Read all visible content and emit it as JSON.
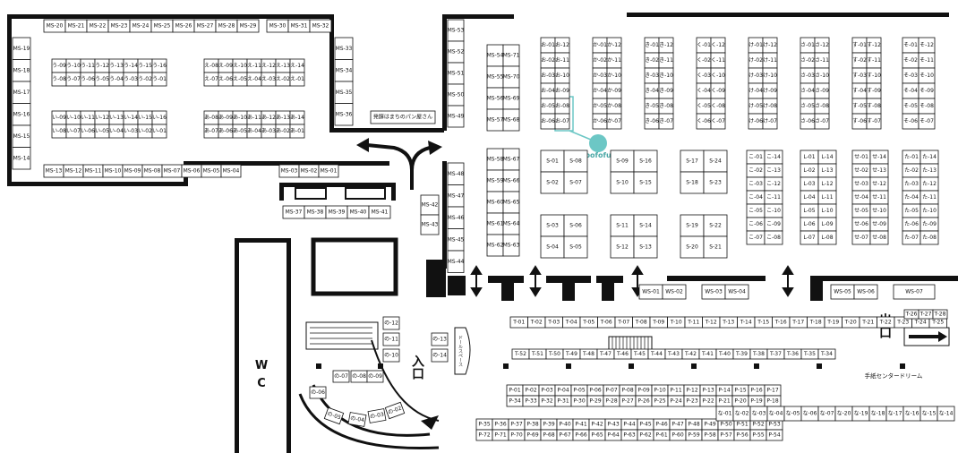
{
  "logo": {
    "text": "pofofu",
    "color": "#6cc7c5"
  },
  "signs": {
    "wc_w": "W",
    "wc_c": "C",
    "entrance": "入口",
    "exit": "出口",
    "bakery": "発酵はまちのパン屋さん",
    "center": "手紙センタードリーム",
    "stage_text": "ドールスペース"
  },
  "booth_groups": [
    {
      "labels": [
        "MS-20",
        "MS-21",
        "MS-22",
        "MS-23",
        "MS-24",
        "MS-25",
        "MS-26",
        "MS-27",
        "MS-28",
        "MS-29"
      ]
    },
    {
      "labels": [
        "MS-30",
        "MS-31",
        "MS-32"
      ]
    },
    {
      "labels": [
        "MS-19",
        "MS-18",
        "MS-17",
        "MS-16",
        "MS-15",
        "MS-14"
      ]
    },
    {
      "labels": [
        "MS-33",
        "MS-34",
        "MS-35",
        "MS-36"
      ]
    },
    {
      "labels": [
        "う-09",
        "う-10",
        "う-11",
        "う-12",
        "う-13",
        "う-14",
        "う-15",
        "う-16",
        "う-08",
        "う-07",
        "う-06",
        "う-05",
        "う-04",
        "う-03",
        "う-02",
        "う-01"
      ]
    },
    {
      "labels": [
        "え-08",
        "え-09",
        "え-10",
        "え-11",
        "え-12",
        "え-13",
        "え-14",
        "え-07",
        "え-06",
        "え-05",
        "え-04",
        "え-03",
        "え-02",
        "え-01"
      ]
    },
    {
      "labels": [
        "い-09",
        "い-10",
        "い-11",
        "い-12",
        "い-13",
        "い-14",
        "い-15",
        "い-16",
        "い-08",
        "い-07",
        "い-06",
        "い-05",
        "い-04",
        "い-03",
        "い-02",
        "い-01"
      ]
    },
    {
      "labels": [
        "あ-08",
        "あ-09",
        "あ-10",
        "あ-11",
        "あ-12",
        "あ-13",
        "あ-14",
        "あ-07",
        "あ-06",
        "あ-05",
        "あ-04",
        "あ-03",
        "あ-02",
        "あ-01"
      ]
    },
    {
      "labels": [
        "MS-13",
        "MS-12",
        "MS-11",
        "MS-10",
        "MS-09",
        "MS-08",
        "MS-07",
        "MS-06",
        "MS-05",
        "MS-04"
      ]
    },
    {
      "labels": [
        "MS-03",
        "MS-02",
        "MS-01"
      ]
    },
    {
      "labels": [
        "MS-37",
        "MS-38",
        "MS-39",
        "MS-40",
        "MS-41"
      ]
    },
    {
      "labels": [
        "MS-42",
        "MS-43"
      ]
    },
    {
      "labels": [
        "MS-53",
        "MS-52",
        "MS-51",
        "MS-50",
        "MS-49"
      ]
    },
    {
      "labels": [
        "MS-48",
        "MS-47",
        "MS-46",
        "MS-45",
        "MS-44"
      ]
    },
    {
      "labels": [
        "MS-54",
        "MS-71",
        "MS-55",
        "MS-70",
        "MS-56",
        "MS-69",
        "MS-57",
        "MS-68"
      ]
    },
    {
      "labels": [
        "MS-58",
        "MS-67",
        "MS-59",
        "MS-66",
        "MS-60",
        "MS-65",
        "MS-61",
        "MS-64",
        "MS-62",
        "MS-63"
      ]
    },
    {
      "labels": [
        "お-01",
        "お-12",
        "お-02",
        "お-11",
        "お-03",
        "お-10",
        "お-04",
        "お-09",
        "お-05",
        "お-08",
        "お-06",
        "お-07"
      ]
    },
    {
      "labels": [
        "か-01",
        "か-12",
        "か-02",
        "か-11",
        "か-03",
        "か-10",
        "か-04",
        "か-09",
        "か-05",
        "か-08",
        "か-06",
        "か-07"
      ]
    },
    {
      "labels": [
        "き-01",
        "き-12",
        "き-02",
        "き-11",
        "き-03",
        "き-10",
        "き-04",
        "き-09",
        "き-05",
        "き-08",
        "き-06",
        "き-07"
      ]
    },
    {
      "labels": [
        "く-01",
        "く-12",
        "く-02",
        "く-11",
        "く-03",
        "く-10",
        "く-04",
        "く-09",
        "く-05",
        "く-08",
        "く-06",
        "く-07"
      ]
    },
    {
      "labels": [
        "け-01",
        "け-12",
        "け-02",
        "け-11",
        "け-03",
        "け-10",
        "け-04",
        "け-09",
        "け-05",
        "け-08",
        "け-06",
        "け-07"
      ]
    },
    {
      "labels": [
        "さ-01",
        "さ-12",
        "さ-02",
        "さ-11",
        "さ-03",
        "さ-10",
        "さ-04",
        "さ-09",
        "さ-05",
        "さ-08",
        "さ-06",
        "さ-07"
      ]
    },
    {
      "labels": [
        "す-01",
        "す-12",
        "す-02",
        "す-11",
        "す-03",
        "す-10",
        "す-04",
        "す-09",
        "す-05",
        "す-08",
        "す-06",
        "す-07"
      ]
    },
    {
      "labels": [
        "そ-01",
        "そ-12",
        "そ-02",
        "そ-11",
        "そ-03",
        "そ-10",
        "そ-04",
        "そ-09",
        "そ-05",
        "そ-08",
        "そ-06",
        "そ-07"
      ]
    },
    {
      "labels": [
        "S-01",
        "S-08",
        "S-02",
        "S-07"
      ]
    },
    {
      "labels": [
        "S-09",
        "S-16",
        "S-10",
        "S-15"
      ]
    },
    {
      "labels": [
        "S-17",
        "S-24",
        "S-18",
        "S-23"
      ]
    },
    {
      "labels": [
        "S-03",
        "S-06",
        "S-04",
        "S-05"
      ]
    },
    {
      "labels": [
        "S-11",
        "S-14",
        "S-12",
        "S-13"
      ]
    },
    {
      "labels": [
        "S-19",
        "S-22",
        "S-20",
        "S-21"
      ]
    },
    {
      "labels": [
        "こ-01",
        "こ-14",
        "こ-02",
        "こ-13",
        "こ-03",
        "こ-12",
        "こ-04",
        "こ-11",
        "こ-05",
        "こ-10",
        "こ-06",
        "こ-09",
        "こ-07",
        "こ-08"
      ]
    },
    {
      "labels": [
        "L-01",
        "L-14",
        "L-02",
        "L-13",
        "L-03",
        "L-12",
        "L-04",
        "L-11",
        "L-05",
        "L-10",
        "L-06",
        "L-09",
        "L-07",
        "L-08"
      ]
    },
    {
      "labels": [
        "せ-01",
        "せ-14",
        "せ-02",
        "せ-13",
        "せ-03",
        "せ-12",
        "せ-04",
        "せ-11",
        "せ-05",
        "せ-10",
        "せ-06",
        "せ-09",
        "せ-07",
        "せ-08"
      ]
    },
    {
      "labels": [
        "た-01",
        "た-14",
        "た-02",
        "た-13",
        "た-03",
        "た-12",
        "た-04",
        "た-11",
        "た-05",
        "た-10",
        "た-06",
        "た-09",
        "た-07",
        "た-08"
      ]
    },
    {
      "labels": [
        "WS-01",
        "WS-02"
      ]
    },
    {
      "labels": [
        "WS-03",
        "WS-04"
      ]
    },
    {
      "labels": [
        "WS-05",
        "WS-06"
      ]
    },
    {
      "labels": [
        "WS-07"
      ]
    },
    {
      "labels": [
        "T-01",
        "T-02",
        "T-03",
        "T-04",
        "T-05",
        "T-06",
        "T-07",
        "T-08",
        "T-09",
        "T-10",
        "T-11",
        "T-12",
        "T-13",
        "T-14",
        "T-15",
        "T-16",
        "T-17",
        "T-18",
        "T-19",
        "T-20",
        "T-21",
        "T-22",
        "T-23",
        "T-24",
        "T-25"
      ]
    },
    {
      "labels": [
        "T-52",
        "T-51",
        "T-50",
        "T-49",
        "T-48",
        "T-47",
        "T-46",
        "T-45",
        "T-44",
        "T-43",
        "T-42",
        "T-41",
        "T-40",
        "T-39",
        "T-38",
        "T-37",
        "T-36",
        "T-35",
        "T-34"
      ]
    },
    {
      "labels": [
        "T-26",
        "T-27",
        "T-28"
      ]
    },
    {
      "labels": [
        "P-01",
        "P-02",
        "P-03",
        "P-04",
        "P-05",
        "P-06",
        "P-07",
        "P-08",
        "P-09",
        "P-10",
        "P-11",
        "P-12",
        "P-13",
        "P-14",
        "P-15",
        "P-16",
        "P-17"
      ]
    },
    {
      "labels": [
        "P-34",
        "P-33",
        "P-32",
        "P-31",
        "P-30",
        "P-29",
        "P-28",
        "P-27",
        "P-26",
        "P-25",
        "P-24",
        "P-23",
        "P-22",
        "P-21",
        "P-20",
        "P-19",
        "P-18"
      ]
    },
    {
      "labels": [
        "P-35",
        "P-36",
        "P-37",
        "P-38",
        "P-39",
        "P-40",
        "P-41",
        "P-42",
        "P-43",
        "P-44",
        "P-45",
        "P-46",
        "P-47",
        "P-48",
        "P-49",
        "P-50",
        "P-51",
        "P-52",
        "P-53"
      ]
    },
    {
      "labels": [
        "P-72",
        "P-71",
        "P-70",
        "P-69",
        "P-68",
        "P-67",
        "P-66",
        "P-65",
        "P-64",
        "P-63",
        "P-62",
        "P-61",
        "P-60",
        "P-59",
        "P-58",
        "P-57",
        "P-56",
        "P-55",
        "P-54"
      ]
    },
    {
      "labels": [
        "な-01",
        "な-02",
        "な-03",
        "な-04",
        "な-05",
        "な-06",
        "な-07",
        "な-20",
        "な-19",
        "な-18",
        "な-17",
        "な-16",
        "な-15",
        "な-14"
      ]
    },
    {
      "labels": [
        "の-12",
        "の-11",
        "の-10",
        "の-13",
        "の-14"
      ]
    },
    {
      "labels": [
        "の-07",
        "の-08",
        "の-09",
        "の-06",
        "の-05",
        "の-04",
        "の-03",
        "の-02"
      ]
    }
  ]
}
